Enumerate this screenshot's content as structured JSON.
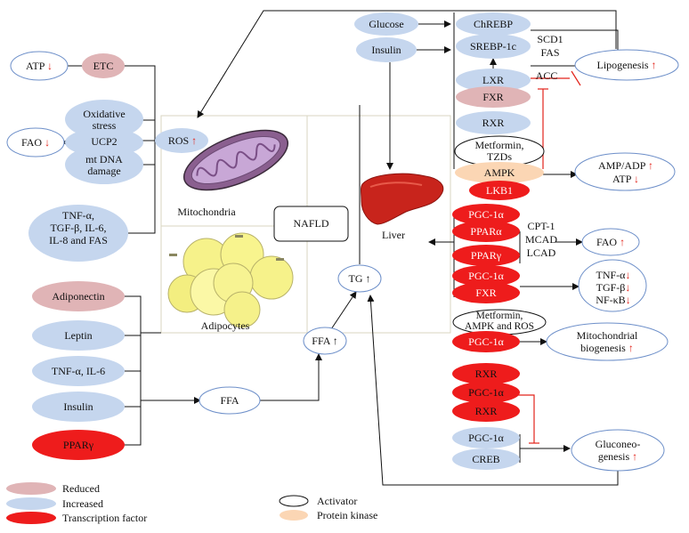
{
  "colors": {
    "reduced": "#e0b4b6",
    "increased": "#c5d6ee",
    "transcription_factor": "#ee1c1c",
    "activator": "#ffffff",
    "protein_kinase": "#fbd6b4",
    "arrow_red": "#e2231a"
  },
  "left": {
    "atp": "ATP",
    "etc": "ETC",
    "oxidative_stress": "Oxidative stress",
    "ucp2": "UCP2",
    "fao": "FAO",
    "mtdna": "mt DNA damage",
    "cytokines_1": "TNF-α,",
    "cytokines_2": "TGF-β, IL-6,",
    "cytokines_3": "IL-8 and FAS",
    "adiponectin": "Adiponectin",
    "leptin": "Leptin",
    "tnf_il6": "TNF-α, IL-6",
    "insulin": "Insulin",
    "ppar_gamma": "PPARγ"
  },
  "center": {
    "ros": "ROS",
    "mitochondria": "Mitochondria",
    "nafld": "NAFLD",
    "liver": "Liver",
    "adipocytes": "Adipocytes",
    "tg": "TG",
    "ffa_up": "FFA",
    "ffa": "FFA"
  },
  "top": {
    "glucose": "Glucose",
    "insulin": "Insulin",
    "chrebp": "ChREBP",
    "srebp": "SREBP-1c",
    "lxr": "LXR",
    "fxr": "FXR",
    "rxr": "RXR",
    "scd1": "SCD1",
    "fas": "FAS",
    "acc": "ACC",
    "lipogenesis": "Lipogenesis"
  },
  "ampk_block": {
    "metformin_1": "Metformin,",
    "metformin_2": "TZDs",
    "ampk": "AMPK",
    "lkb1": "LKB1",
    "ampadp": "AMP/ADP",
    "atp": "ATP"
  },
  "fao_block": {
    "pgc1a": "PGC-1α",
    "ppara": "PPARα",
    "pparg": "PPARγ",
    "cpt1": "CPT-1",
    "mcad": "MCAD",
    "lcad": "LCAD",
    "fao": "FAO",
    "pgc1a_2": "PGC-1α",
    "fxr": "FXR",
    "tnfa": "TNF-α",
    "tgfb": "TGF-β",
    "nfkb": "NF-κB"
  },
  "mito_block": {
    "activator_1": "Metformin,",
    "activator_2": "AMPK and ROS",
    "pgc1a": "PGC-1α",
    "biogenesis_1": "Mitochondrial",
    "biogenesis_2": "biogenesis"
  },
  "gluco_block": {
    "rxr": "RXR",
    "pgc1a": "PGC-1α",
    "rxr_2": "RXR",
    "pgc1a_2": "PGC-1α",
    "creb": "CREB",
    "gluconeo_1": "Gluconeo-",
    "gluconeo_2": "genesis"
  },
  "legend": {
    "reduced": "Reduced",
    "increased": "Increased",
    "transcription_factor": "Transcription factor",
    "activator": "Activator",
    "protein_kinase": "Protein kinase"
  },
  "arrows": {
    "up": "↑",
    "down": "↓"
  }
}
